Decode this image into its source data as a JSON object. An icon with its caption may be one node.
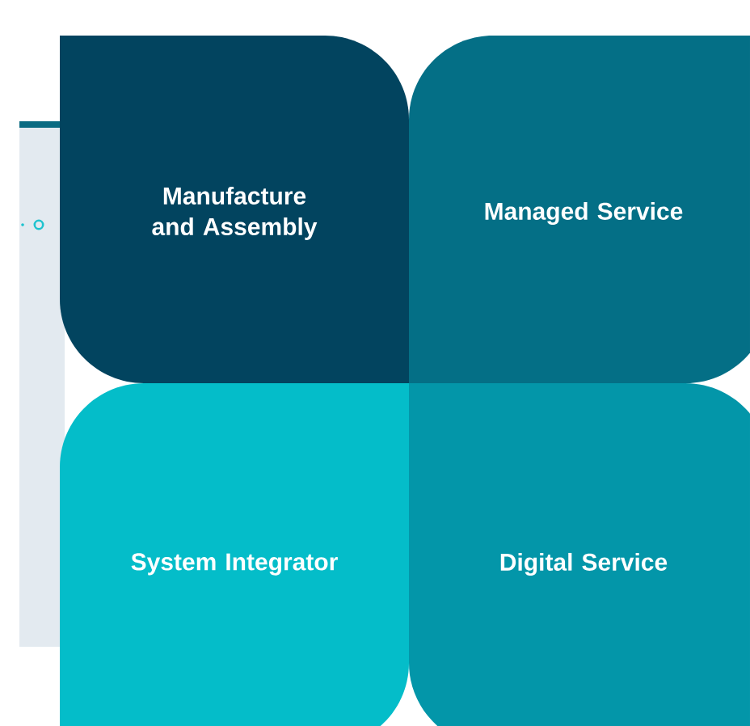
{
  "diagram": {
    "nodes": [
      {
        "text": [
          "Manufacture and Assembly"
        ]
      },
      {
        "text": [
          "Managed Service"
        ]
      },
      {
        "text": [
          "System Integrator"
        ]
      },
      {
        "text": [
          "Digital Service"
        ]
      }
    ]
  }
}
